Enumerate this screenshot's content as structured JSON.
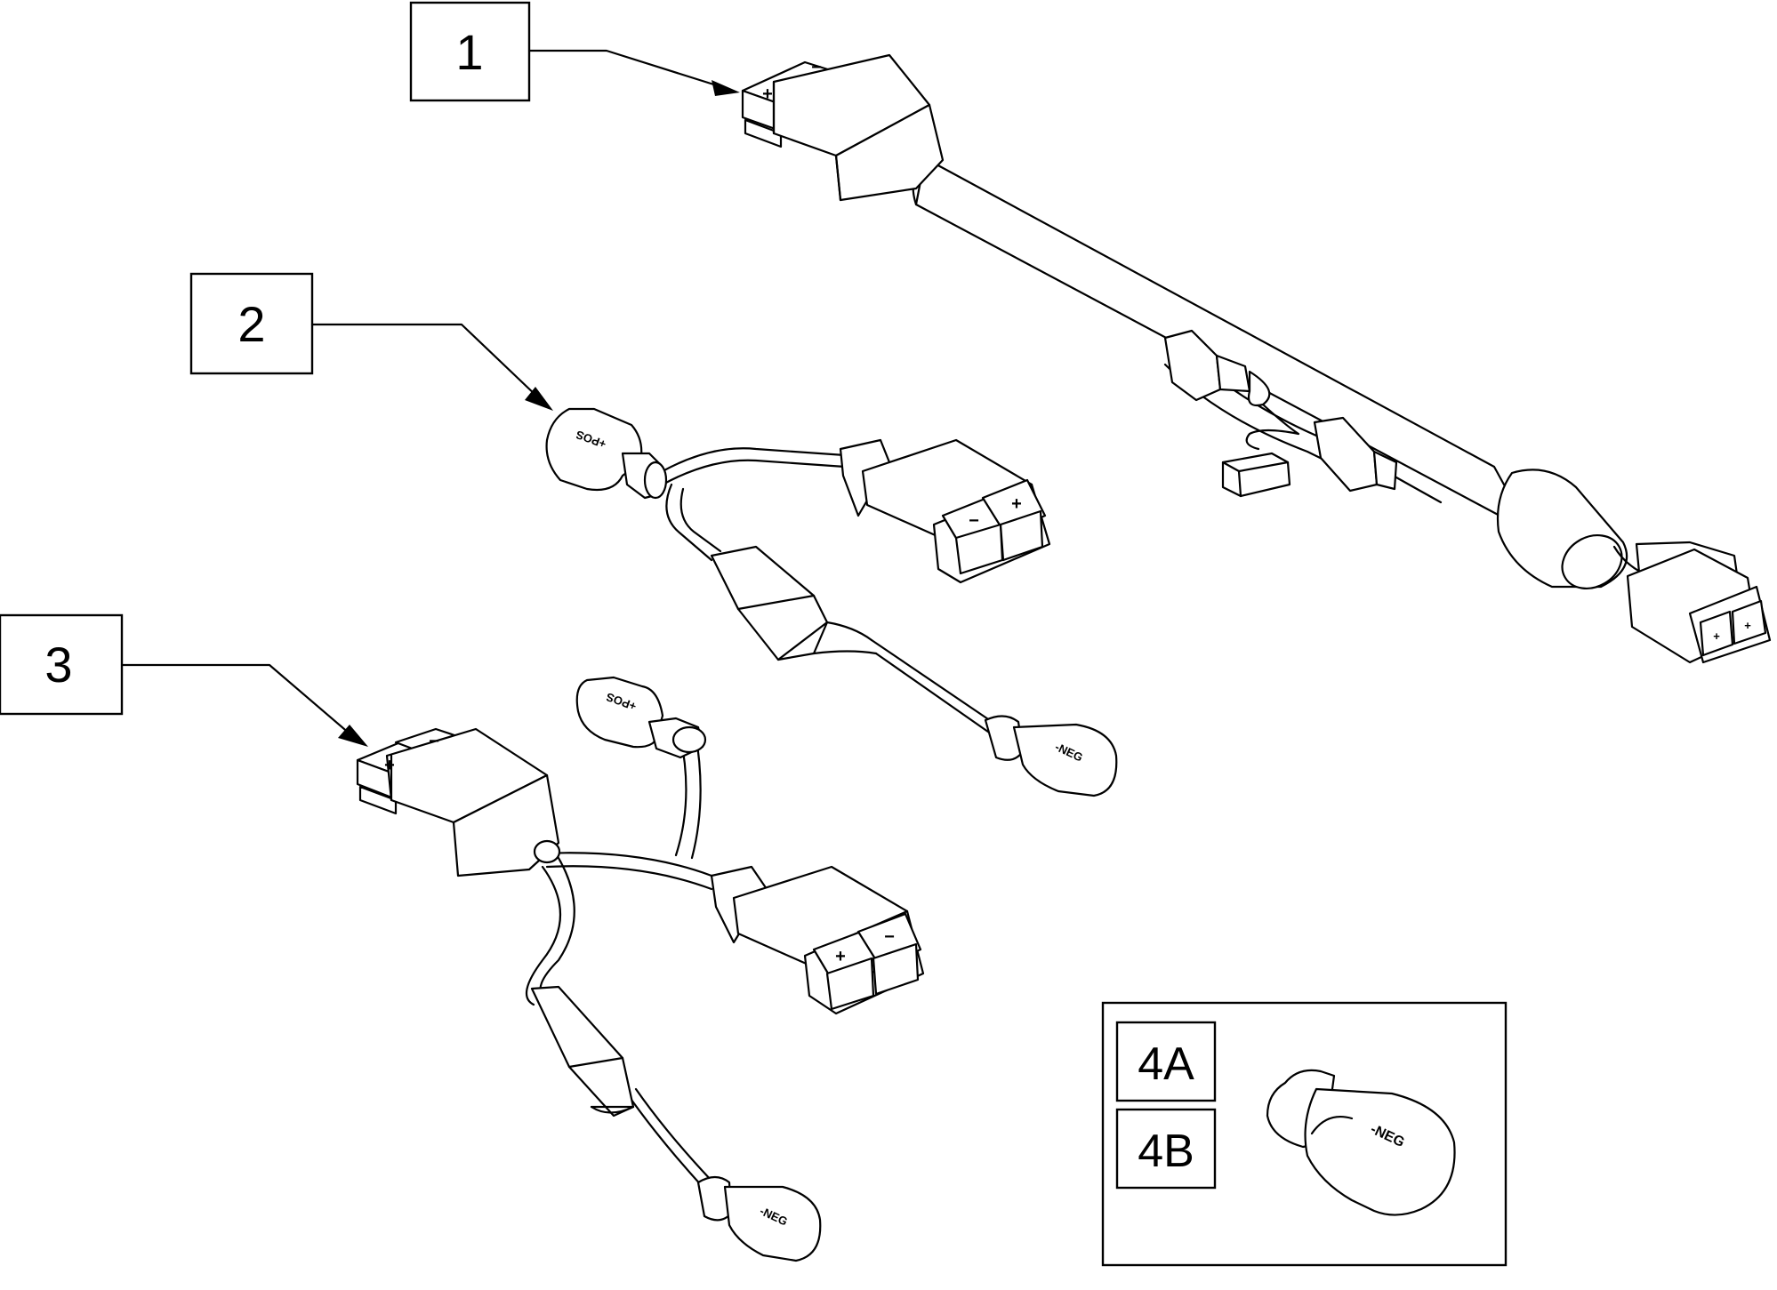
{
  "callouts": {
    "c1": "1",
    "c2": "2",
    "c3": "3",
    "c4a": "4A",
    "c4b": "4B"
  },
  "terminal_labels": {
    "pos": "+POS",
    "neg": "-NEG"
  },
  "polarity": {
    "plus": "+",
    "minus": "−"
  }
}
